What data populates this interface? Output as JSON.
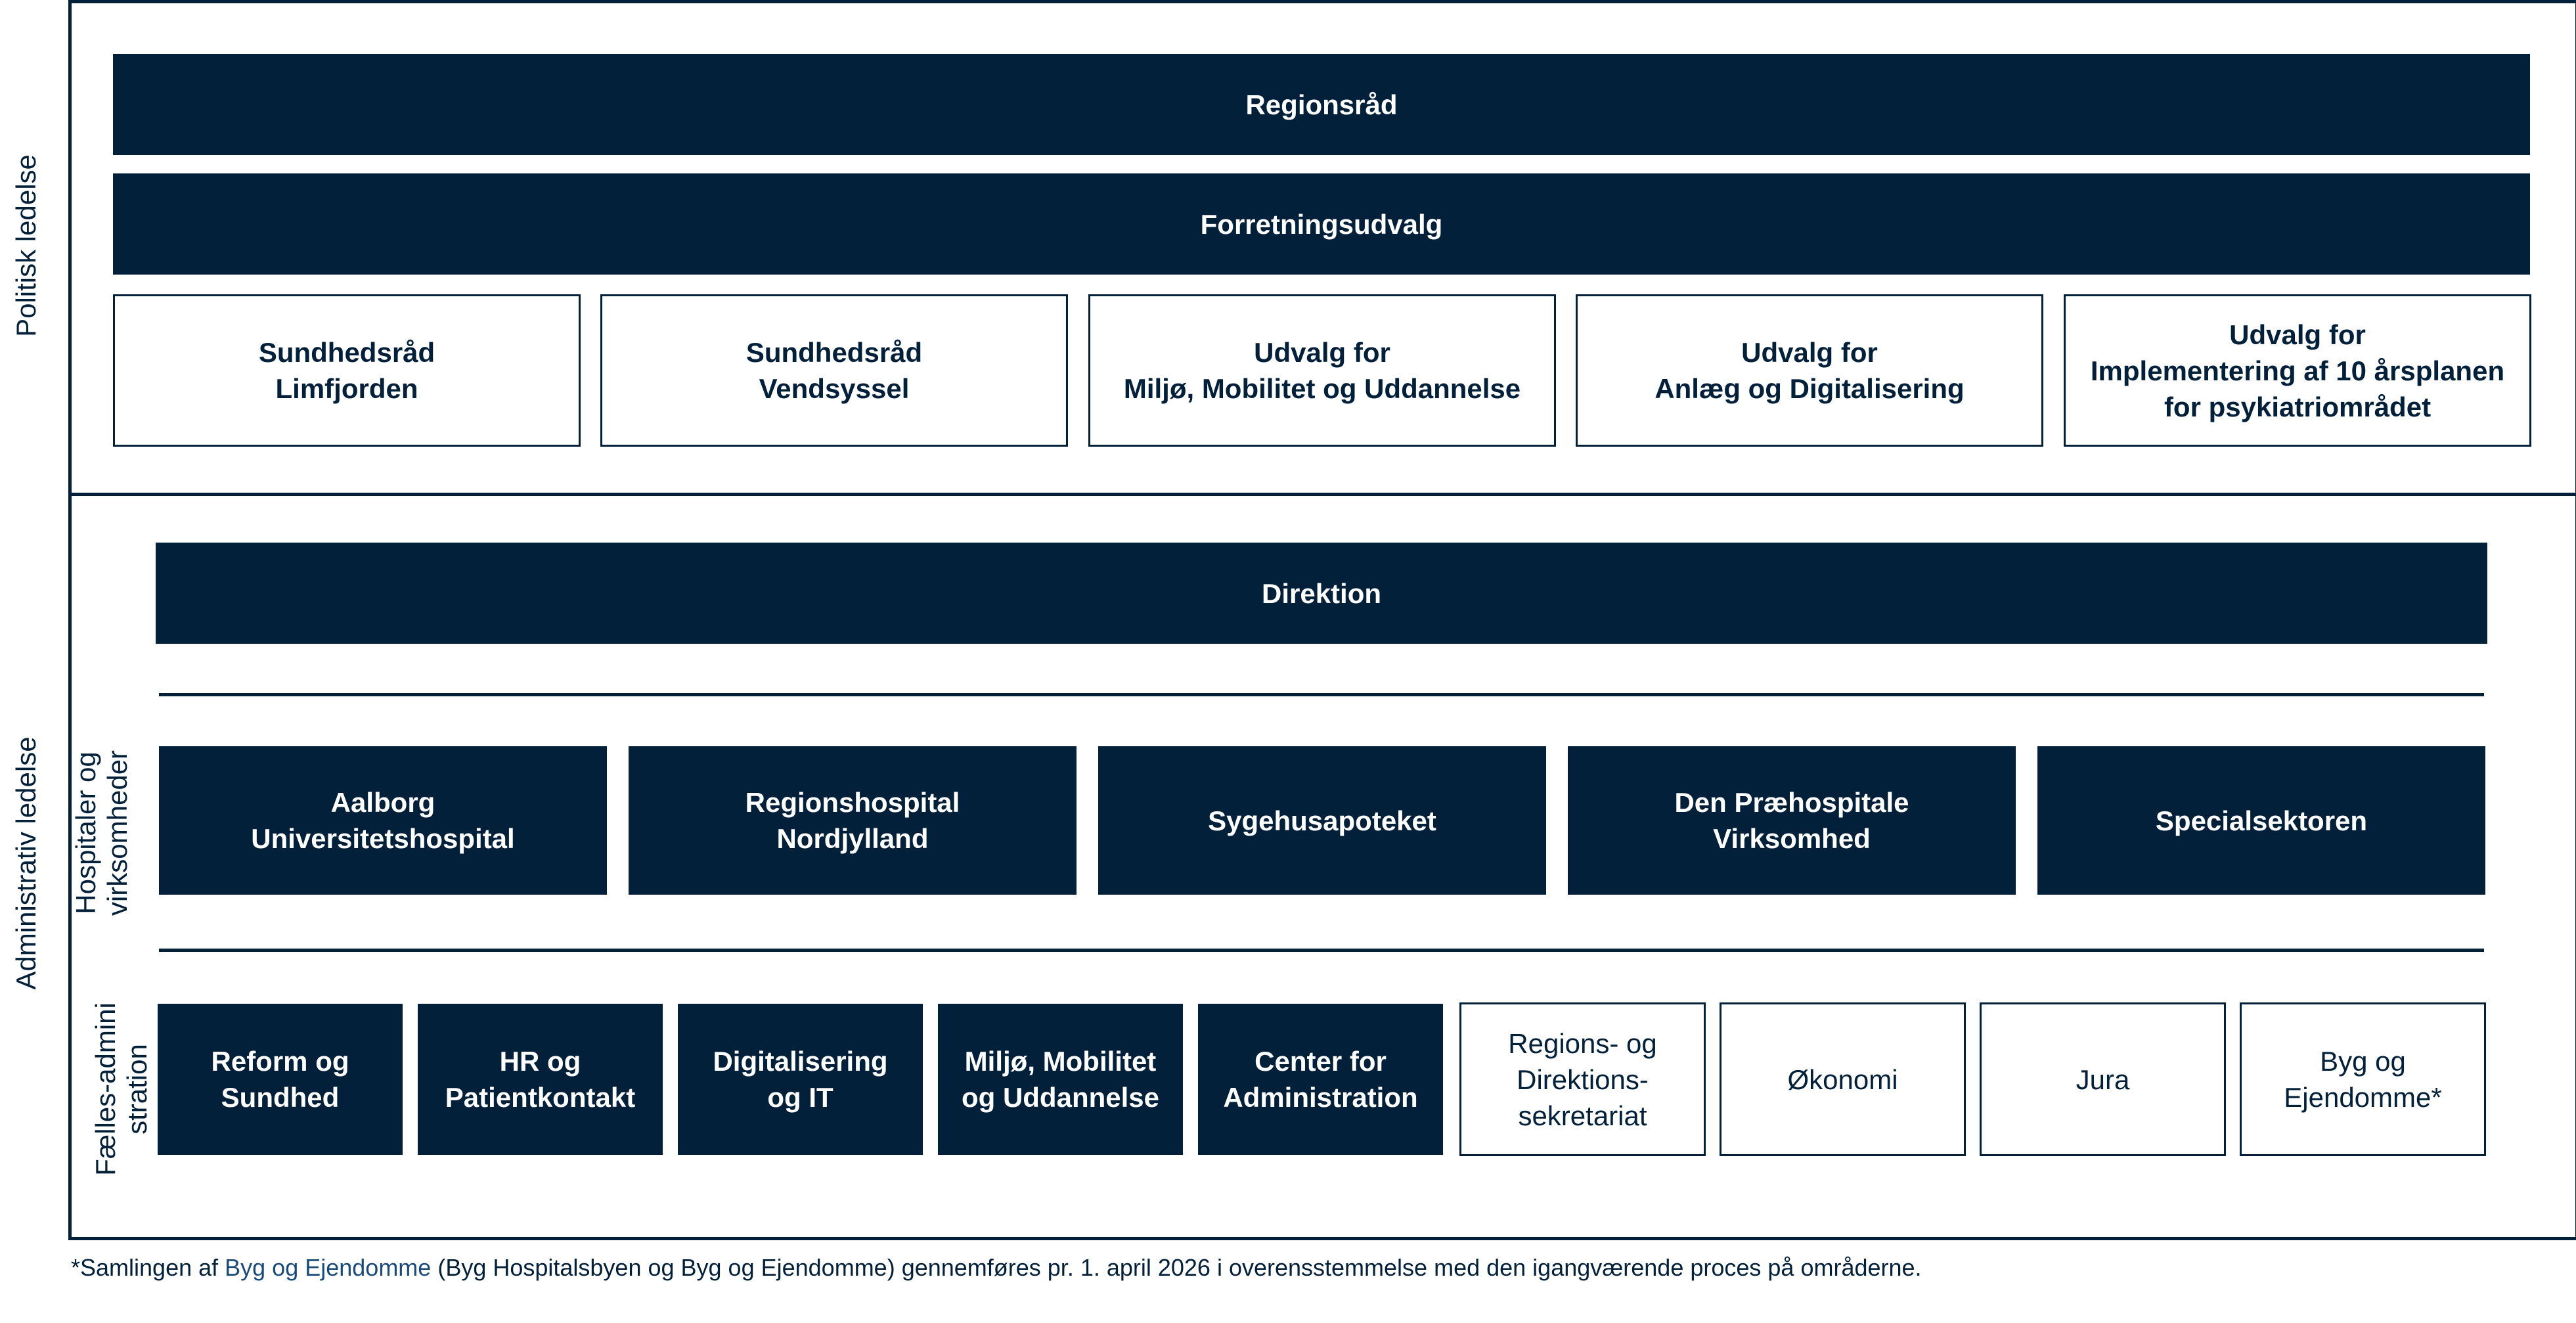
{
  "colors": {
    "primary": "#03203a",
    "background": "#ffffff"
  },
  "sections": {
    "political_label": "Politisk ledelse",
    "administrative_label": "Administrativ ledelse",
    "hospitals_label": "Hospitaler og virksomheder",
    "shared_admin_label": "Fælles-administration"
  },
  "political": {
    "regionsraad": "Regionsråd",
    "forretningsudvalg": "Forretningsudvalg",
    "committees": [
      "Sundhedsråd\nLimfjorden",
      "Sundhedsråd\nVendsyssel",
      "Udvalg for\nMiljø, Mobilitet og Uddannelse",
      "Udvalg for\nAnlæg  og Digitalisering",
      "Udvalg for\nImplementering af 10 årsplanen\nfor psykiatriområdet"
    ]
  },
  "administrative": {
    "direktion": "Direktion",
    "hospitals": [
      "Aalborg\nUniversitetshospital",
      "Regionshospital\nNordjylland",
      "Sygehusapoteket",
      "Den Præhospitale\nVirksomhed",
      "Specialsektoren"
    ],
    "shared_admin_dark": [
      "Reform og\nSundhed",
      "HR og\nPatientkontakt",
      "Digitalisering\nog IT",
      "Miljø, Mobilitet\nog Uddannelse",
      "Center for\nAdministration"
    ],
    "shared_admin_light": [
      "Regions- og\nDirektions-\nsekretariat",
      "Økonomi",
      "Jura",
      "Byg og\nEjendomme*"
    ]
  },
  "footnote": {
    "prefix": "*Samlingen af ",
    "accent": "Byg og  Ejendomme",
    "suffix": " (Byg Hospitalsbyen og Byg og Ejendomme) gennemføres pr. 1. april 2026 i overensstemmelse med den igangværende proces på områderne."
  }
}
